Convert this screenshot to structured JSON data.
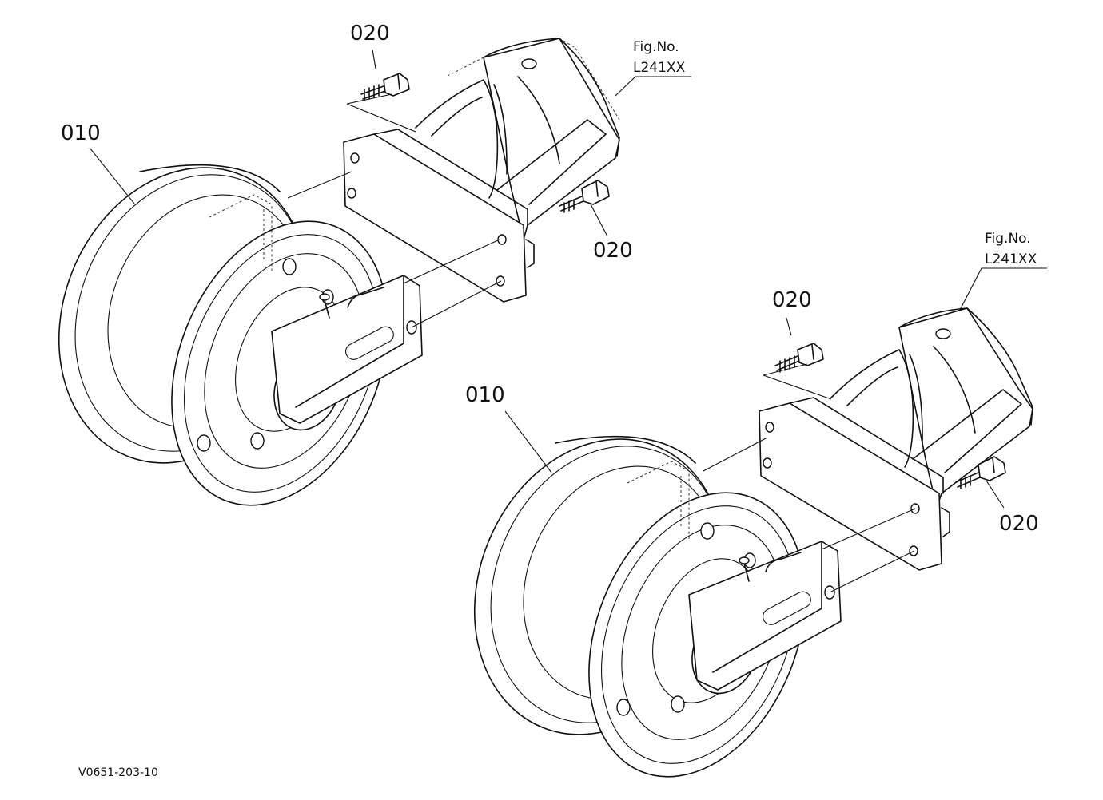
{
  "diagram": {
    "drawing_code": "V0651-203-10",
    "assemblies": [
      {
        "idler_callout": "010",
        "bolt_callouts": [
          "020",
          "020"
        ],
        "fig_ref_label": "Fig.No.",
        "fig_ref_value": "L241XX"
      },
      {
        "idler_callout": "010",
        "bolt_callouts": [
          "020",
          "020"
        ],
        "fig_ref_label": "Fig.No.",
        "fig_ref_value": "L241XX"
      }
    ],
    "line_color": "#111111",
    "background_color": "#ffffff"
  }
}
